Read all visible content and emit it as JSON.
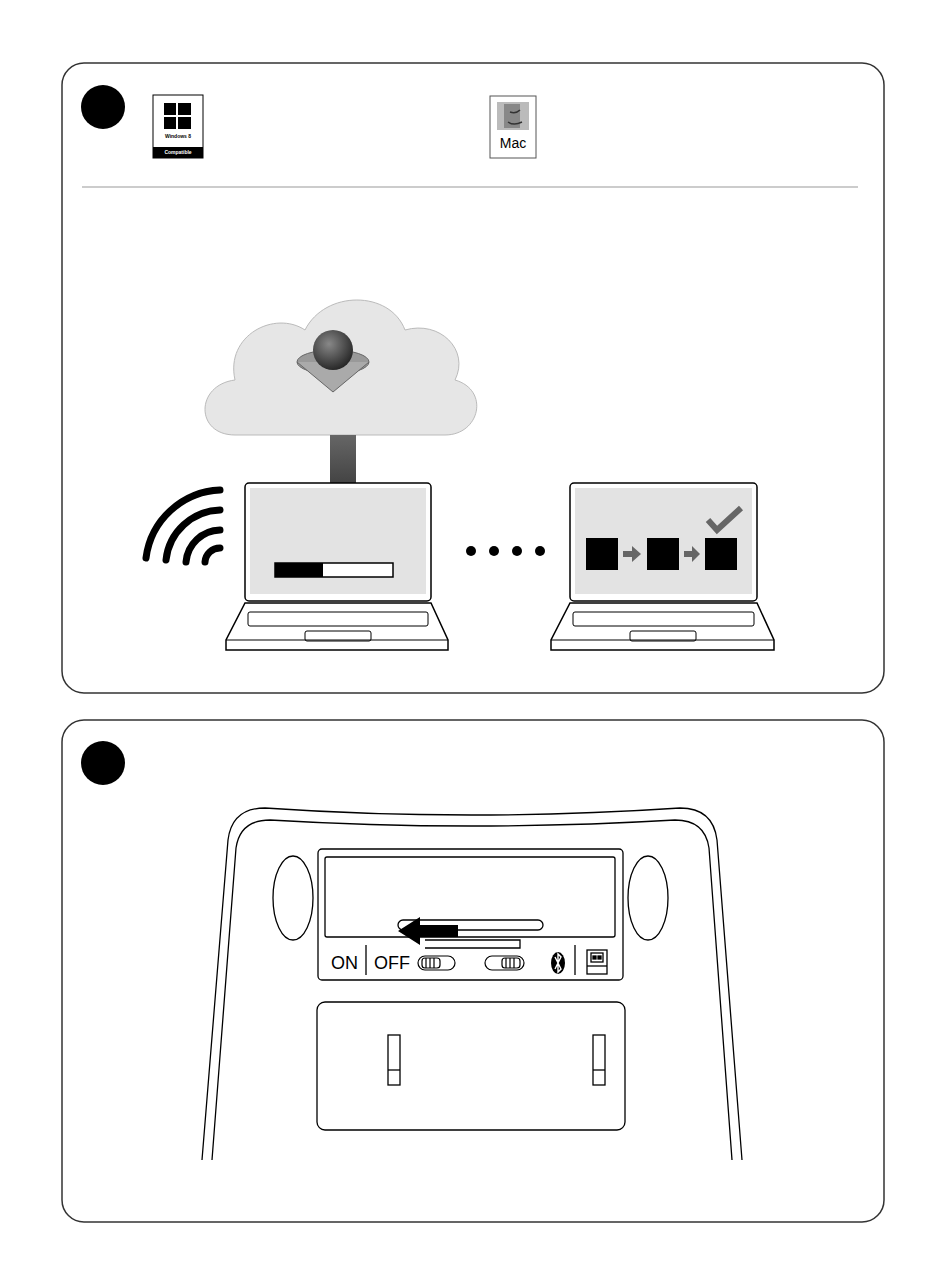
{
  "diagram": {
    "labels": [
      "Windows 8",
      "Compatible",
      "Mac",
      "ON",
      "OFF"
    ]
  }
}
